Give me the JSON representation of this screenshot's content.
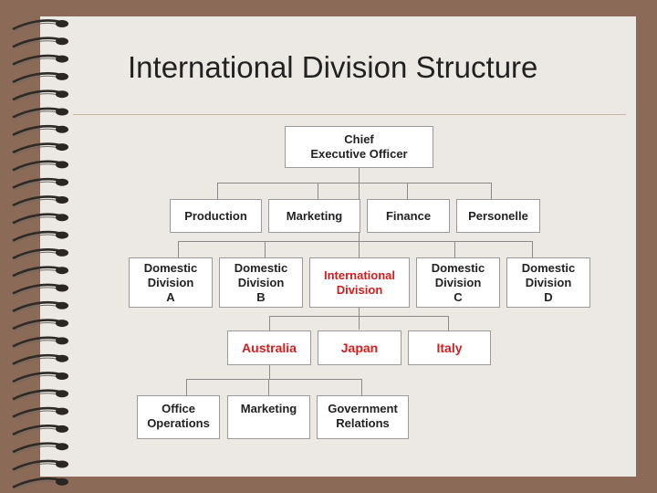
{
  "slide": {
    "title": "International Division Structure"
  },
  "org": {
    "ceo": "Chief\nExecutive Officer",
    "functions": [
      "Production",
      "Marketing",
      "Finance",
      "Personelle"
    ],
    "divisions": [
      {
        "label": "Domestic\nDivision\nA"
      },
      {
        "label": "Domestic\nDivision\nB"
      },
      {
        "label": "International\nDivision"
      },
      {
        "label": "Domestic\nDivision\nC"
      },
      {
        "label": "Domestic\nDivision\nD"
      }
    ],
    "countries": [
      "Australia",
      "Japan",
      "Italy"
    ],
    "departments": [
      "Office\nOperations",
      "Marketing",
      "Government\nRelations"
    ]
  },
  "colors": {
    "background": "#8b6b57",
    "paper": "#ece9e4",
    "highlight_text": "#cc2020",
    "box_border": "#9a9a9a",
    "connector": "#8a8a8a"
  }
}
